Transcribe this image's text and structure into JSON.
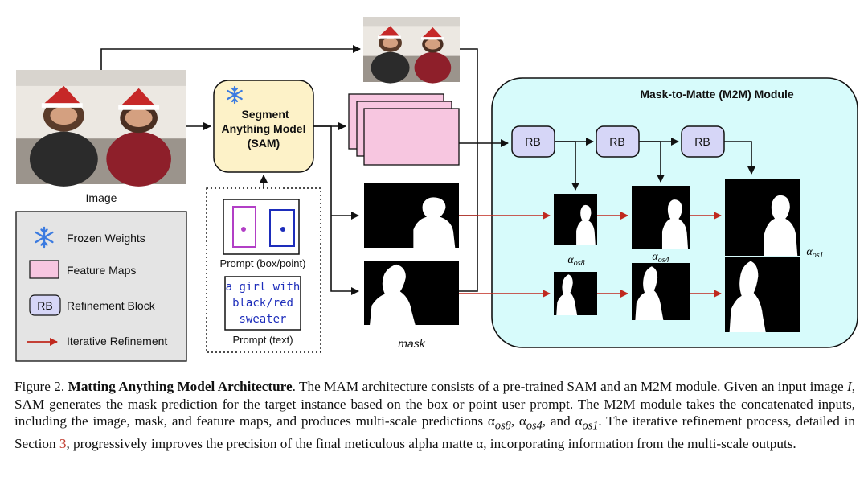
{
  "figure": {
    "image_label": "Image",
    "sam_box": {
      "line1": "Segment",
      "line2": "Anything Model",
      "line3": "(SAM)"
    },
    "prompt_boxpoint_label": "Prompt (box/point)",
    "prompt_text_lines": [
      "a girl with",
      "black/red",
      "sweater"
    ],
    "prompt_text_label": "Prompt (text)",
    "mask_label": "mask",
    "m2m_title": "Mask-to-Matte (M2M) Module",
    "rb_label": "RB",
    "alpha_labels": {
      "os8": "αos8",
      "os4": "αos4",
      "os1": "αos1"
    },
    "legend": {
      "frozen": "Frozen Weights",
      "feature": "Feature Maps",
      "rb": "Refinement Block",
      "rb_tag": "RB",
      "iterative": "Iterative Refinement"
    }
  },
  "caption": {
    "figure_no": "Figure 2.",
    "title": "Matting Anything Model Architecture",
    "part1": ". The MAM architecture consists of a pre-trained SAM and an M2M module. Given an input image ",
    "var_I": "I",
    "part2": ", SAM generates the mask prediction for the target instance based on the box or point user prompt. The M2M module takes the concatenated inputs, including the image, mask, and feature maps, and produces multi-scale predictions α",
    "sub_os8": "os8",
    "comma1": ", α",
    "sub_os4": "os4",
    "and": ", and α",
    "sub_os1": "os1",
    "part3": ". The iterative refinement process, detailed in Section ",
    "section_ref": "3",
    "part4": ", progressively improves the precision of the final meticulous alpha matte α, incorporating information from the multi-scale outputs."
  },
  "colors": {
    "sam_fill": "#fdf2c8",
    "feature_fill": "#f7c6e0",
    "rb_fill": "#d6d6f7",
    "m2m_fill": "#d7fbfb",
    "legend_fill": "#e4e4e4",
    "iterative_arrow": "#c0281e",
    "prompt_box_magenta": "#b23fc6",
    "prompt_box_blue": "#1d2dbb",
    "snowflake": "#3b7be0"
  }
}
